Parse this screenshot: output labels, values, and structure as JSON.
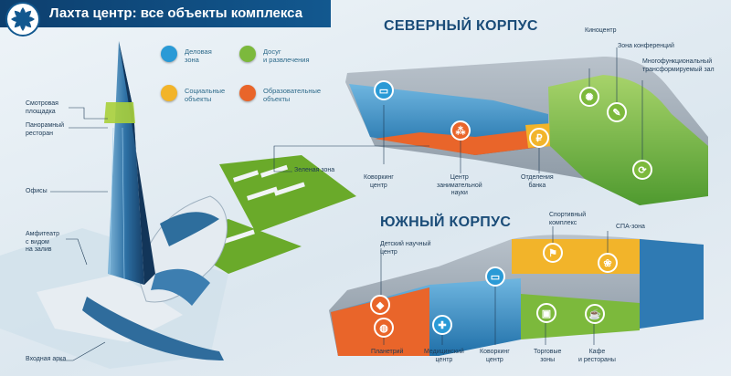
{
  "header": {
    "title": "Лахта центр: все объекты комплекса"
  },
  "legend": [
    {
      "label": "Деловая\nзона",
      "color": "#2a9ad6"
    },
    {
      "label": "Досуг\nи развлечения",
      "color": "#7cb93c"
    },
    {
      "label": "Социальные\nобъекты",
      "color": "#f2b42a"
    },
    {
      "label": "Образовательные\nобъекты",
      "color": "#e9652a"
    }
  ],
  "tower": {
    "labels": {
      "observation": "Смотровая\nплощадка",
      "restaurant": "Панорамный\nресторан",
      "offices": "Офисы",
      "amphitheatre": "Амфитеатр\nс видом\nна залив",
      "entrance": "Входная арка",
      "green_zone": "Зеленая зона"
    }
  },
  "north": {
    "title": "СЕВЕРНЫЙ КОРПУС",
    "labels": {
      "coworking": "Коворкинг\nцентр",
      "science": "Центр\nзанимательной\nнауки",
      "bank": "Отделения\nбанка",
      "cinema": "Киноцентр",
      "conference": "Зона конференций",
      "transform": "Многофункциональный\nтрансформируемый зал"
    }
  },
  "south": {
    "title": "ЮЖНЫЙ КОРПУС",
    "labels": {
      "kids_center": "Детский научный\nцентр",
      "sport": "Спортивный\nкомплекс",
      "spa": "СПА-зона",
      "planetarium": "Планетрий",
      "medical": "Медицинский\nцентр",
      "coworking": "Коворкинг\nцентр",
      "trade": "Торговые\nзоны",
      "cafe": "Кафе\nи рестораны"
    }
  },
  "colors": {
    "business": "#2a9ad6",
    "leisure": "#7cb93c",
    "social": "#f2b42a",
    "education": "#e9652a",
    "header": "#0d3f6e"
  }
}
